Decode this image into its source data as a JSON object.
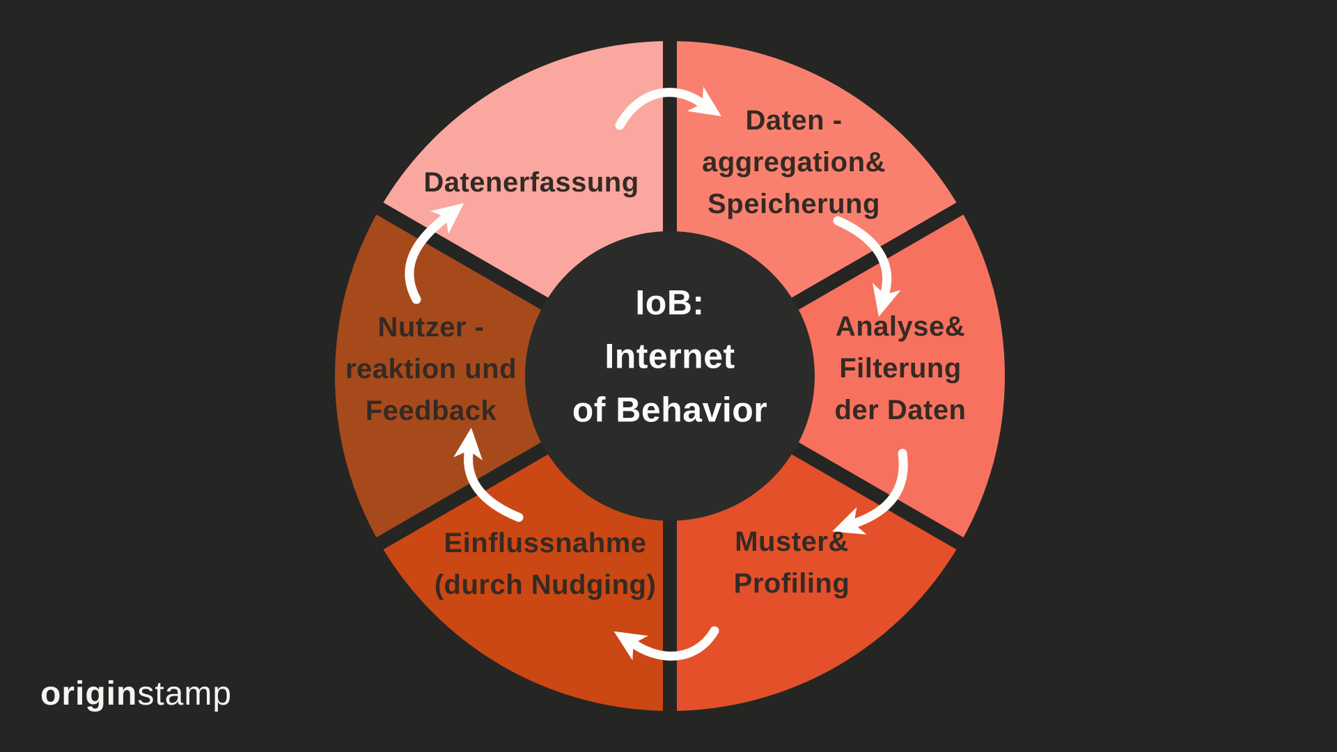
{
  "background": "#252523",
  "wheel": {
    "divider_color": "#252523",
    "center_circle_color": "#2b2b29",
    "arrow_color": "#fdfdfc",
    "label_color": "#352a23"
  },
  "center_label": {
    "lines": [
      "IoB:",
      "Internet",
      "of Behavior"
    ],
    "color": "#fbfbfa"
  },
  "segments": [
    {
      "id": "datenerfassung",
      "lines": [
        "Datenerfassung"
      ],
      "color": "#faa7a0"
    },
    {
      "id": "datenaggregation-speicherung",
      "lines": [
        "Daten -",
        "aggregation&",
        "Speicherung"
      ],
      "color": "#f9806f"
    },
    {
      "id": "analyse-filterung-der-daten",
      "lines": [
        "Analyse&",
        "Filterung",
        "der Daten"
      ],
      "color": "#f7715f"
    },
    {
      "id": "muster-profiling",
      "lines": [
        "Muster&",
        "Profiling"
      ],
      "color": "#e3502a"
    },
    {
      "id": "einflussnahme-durch-nudging",
      "lines": [
        "Einflussnahme",
        "(durch Nudging)"
      ],
      "color": "#cb4713"
    },
    {
      "id": "nutzerreaktion-und-feedback",
      "lines": [
        "Nutzer -",
        "reaktion und",
        "Feedback"
      ],
      "color": "#a64a1c"
    }
  ],
  "logo": {
    "bold": "origin",
    "light": "stamp",
    "color": "#f4f4f2"
  }
}
